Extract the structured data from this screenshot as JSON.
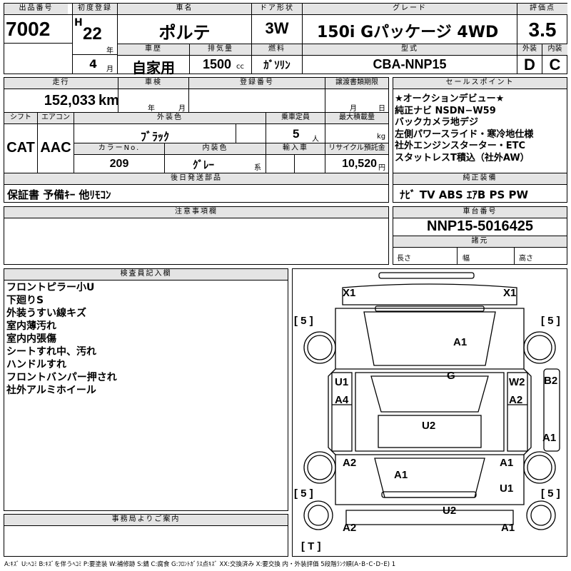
{
  "header": {
    "lot_no_label": "出品番号",
    "lot_no": "7002",
    "first_reg_label": "初度登録",
    "era": "H",
    "year": "22",
    "year_unit": "年",
    "month": "4",
    "month_unit": "月",
    "name_label": "車名",
    "car_name": "ポルテ",
    "door_label": "ドア形状",
    "door": "3W",
    "grade_label": "グレード",
    "grade": "150i Gパッケージ 4WD",
    "score_label": "評価点",
    "score": "3.5",
    "history_label": "車歴",
    "history": "自家用",
    "displacement_label": "排気量",
    "displacement": "1500",
    "displacement_unit": "cc",
    "fuel_label": "燃料",
    "fuel": "ｶﾞｿﾘﾝ",
    "model_label": "型式",
    "model": "CBA-NNP15",
    "ext_label": "外装",
    "ext_score": "D",
    "int_label": "内装",
    "int_score": "C"
  },
  "row2": {
    "mileage_label": "走行",
    "mileage": "152,033",
    "mileage_unit": "km",
    "inspection_label": "車検",
    "insp_year_unit": "年",
    "insp_month_unit": "月",
    "plate_label": "登録番号",
    "transfer_label": "譲渡書類期限",
    "transfer_month_unit": "月",
    "transfer_day_unit": "日",
    "shift_label": "シフト",
    "shift": "CAT",
    "ac_label": "エアコン",
    "ac": "AAC",
    "color_label": "外装色",
    "color": "ﾌﾞﾗｯｸ",
    "capacity_label": "乗車定員",
    "capacity": "5",
    "capacity_unit": "人",
    "load_label": "最大積載量",
    "load_unit": "kg",
    "color_no_label": "カラーNo.",
    "color_no": "209",
    "int_color_label": "内装色",
    "int_color": "ｸﾞﾚｰ",
    "int_color_unit": "系",
    "import_label": "輸入車",
    "recycle_label": "リサイクル預託金",
    "recycle": "10,520",
    "recycle_unit": "円",
    "parts_label": "後日発送部品",
    "parts": "保証書 予備ｷｰ 他ﾘﾓｺﾝ"
  },
  "sales_points": {
    "label": "セールスポイント",
    "lines": [
      "★オークションデビュー★",
      "純正ナビ NSDN−W59",
      "バックカメラ地デジ",
      "左側パワースライド・寒冷地仕様",
      "社外エンジンスターター・ETC",
      "スタットレスT積込（社外AW）"
    ]
  },
  "equipment": {
    "label": "純正装備",
    "items": "ﾅﾋﾞ TV ABS ｴｱB PS PW"
  },
  "caution": {
    "label": "注意事項欄"
  },
  "chassis": {
    "label": "車台番号",
    "number": "NNP15-5016425"
  },
  "dims": {
    "label": "諸元",
    "length": "長さ",
    "width": "幅",
    "height": "高さ"
  },
  "inspector": {
    "label": "検査員記入欄",
    "notes": [
      "フロントピラー小U",
      "下廻りS",
      "外装うすい線キズ",
      "室内薄汚れ",
      "室内内張傷",
      "シートすれ中、汚れ",
      "ハンドルすれ",
      "フロントバンパー押され",
      "社外アルミホイール"
    ]
  },
  "office": {
    "label": "事務局よりご案内"
  },
  "diagram": {
    "x1_left": "X1",
    "x1_right": "X1",
    "tire_fl": "[ 5 ]",
    "tire_fr": "[ 5 ]",
    "tire_rl": "[ 5 ]",
    "tire_rr": "[ 5 ]",
    "spare": "[ T ]",
    "hood": "A1",
    "windshield": "G",
    "left_pillar": "U1",
    "left_front_door": "A4",
    "right_pillar": "W2",
    "right_front_door": "A2",
    "right_fender": "B2",
    "right_front_panel": "A1",
    "roof": "U2",
    "left_rear": "A2",
    "rear_left_panel": "A1",
    "right_rear": "A1",
    "right_rear_quarter": "U1",
    "rear_bumper": "U2",
    "rear_left_corner": "A2",
    "rear_right_corner": "A1"
  },
  "legend": "A:ｷｽﾞ U:ﾍｺﾐ B:ｷｽﾞを伴うﾍｺﾐ P:要塗装 W:補修跡 S:錆 C:腐食 G:ﾌﾛﾝﾄｶﾞﾗｽ点ｷｽﾞ XX:交換済み X:要交換 内・外装評価 5段階ﾗﾝｸ順(A･B･C･D･E) 1"
}
